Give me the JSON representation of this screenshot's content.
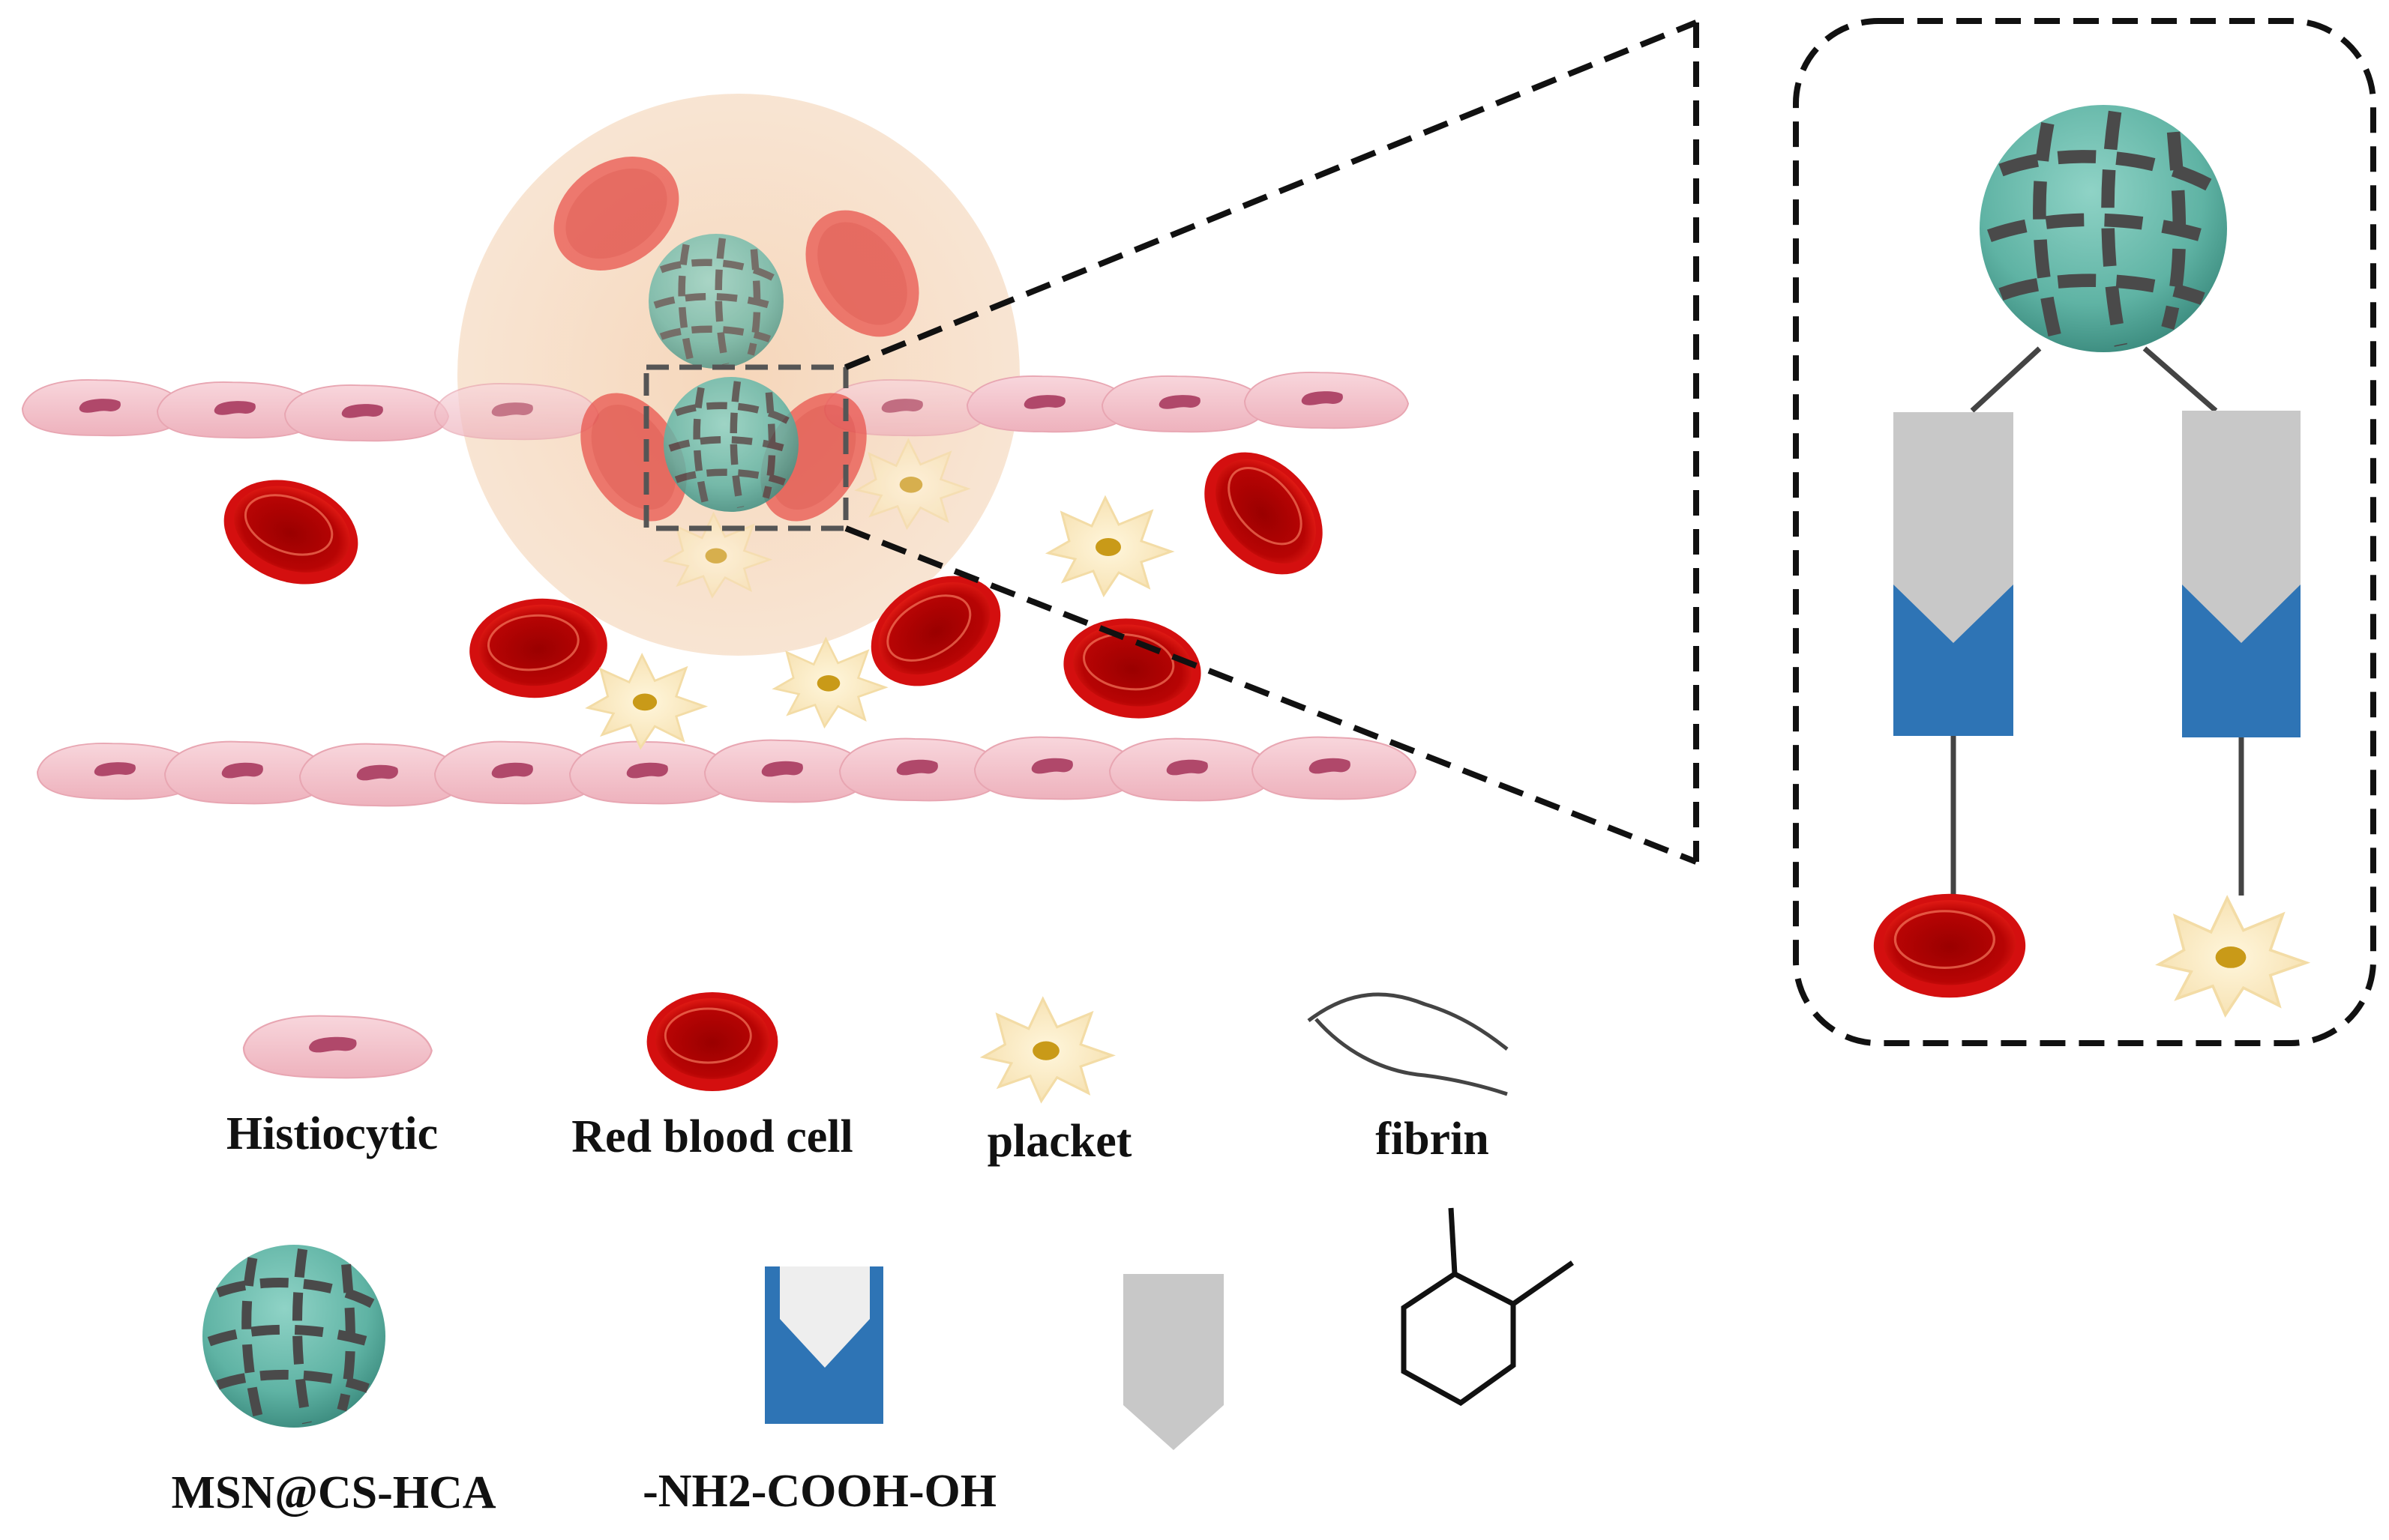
{
  "colors": {
    "rbc_outer": "#c80a0a",
    "rbc_inner": "#a50000",
    "rbc_faded": "#ee6a62",
    "platelet": "#fbecc4",
    "platelet_core": "#c99a18",
    "histiocyte": "#f3c3cb",
    "histiocyte_nucleus": "#b0486a",
    "msn": "#5fb3a4",
    "glow": "#f4d2b2",
    "blue_block": "#2e74b5",
    "gray_block": "#c8c8c8"
  },
  "legend": {
    "histiocytic": "Histiocytic",
    "red_blood_cell": "Red blood cell",
    "placket": "placket",
    "fibrin": "fibrin",
    "msn": "MSN@CS-HCA",
    "groups": "-NH2-COOH-OH"
  },
  "icons": {
    "histiocyte": "histiocyte-cell-icon",
    "rbc": "red-blood-cell-icon",
    "platelet": "platelet-icon",
    "fibrin": "fibrin-strand-icon",
    "msn": "msn-nanoparticle-icon",
    "groups": "functional-group-icon",
    "gray": "gray-pentagon-icon",
    "ring": "cyclohexane-icon"
  }
}
